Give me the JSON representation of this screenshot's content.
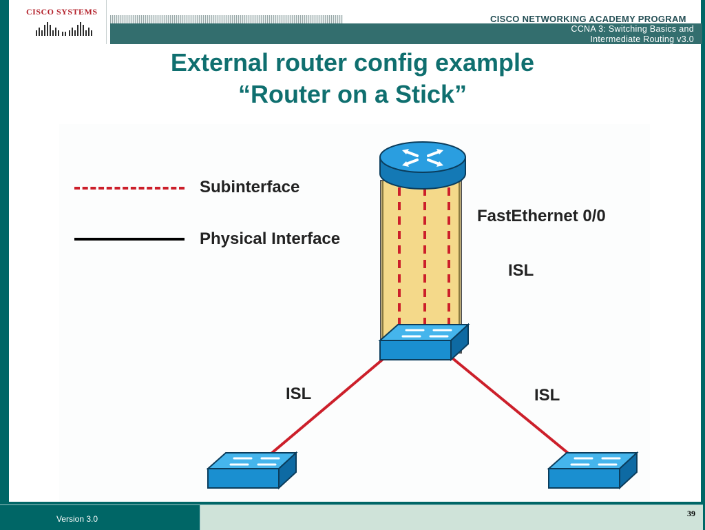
{
  "header": {
    "logo_text": "CISCO SYSTEMS",
    "program": "CISCO NETWORKING ACADEMY PROGRAM",
    "course_line1": "CCNA 3: Switching Basics and",
    "course_line2": "Intermediate Routing v3.0"
  },
  "slide": {
    "title": "External router config example",
    "subtitle": "“Router on a Stick”"
  },
  "legend": {
    "subinterface_label": "Subinterface",
    "physical_label": "Physical Interface",
    "subinterface_color": "#cc1f2a",
    "physical_color": "#000000"
  },
  "diagram": {
    "trunk_interface_label": "FastEthernet 0/0",
    "trunk_protocol_label": "ISL",
    "left_link_label": "ISL",
    "right_link_label": "ISL",
    "link_color": "#cc1f2a",
    "trunk_fill_color": "#f4d98a",
    "device_color": "#1a8fd0",
    "devices": [
      {
        "name": "router",
        "icon": "router-icon"
      },
      {
        "name": "distribution-switch",
        "icon": "switch-icon"
      },
      {
        "name": "access-switch-left",
        "icon": "switch-icon"
      },
      {
        "name": "access-switch-right",
        "icon": "switch-icon"
      }
    ]
  },
  "footer": {
    "version": "Version 3.0",
    "page_number": "39"
  }
}
